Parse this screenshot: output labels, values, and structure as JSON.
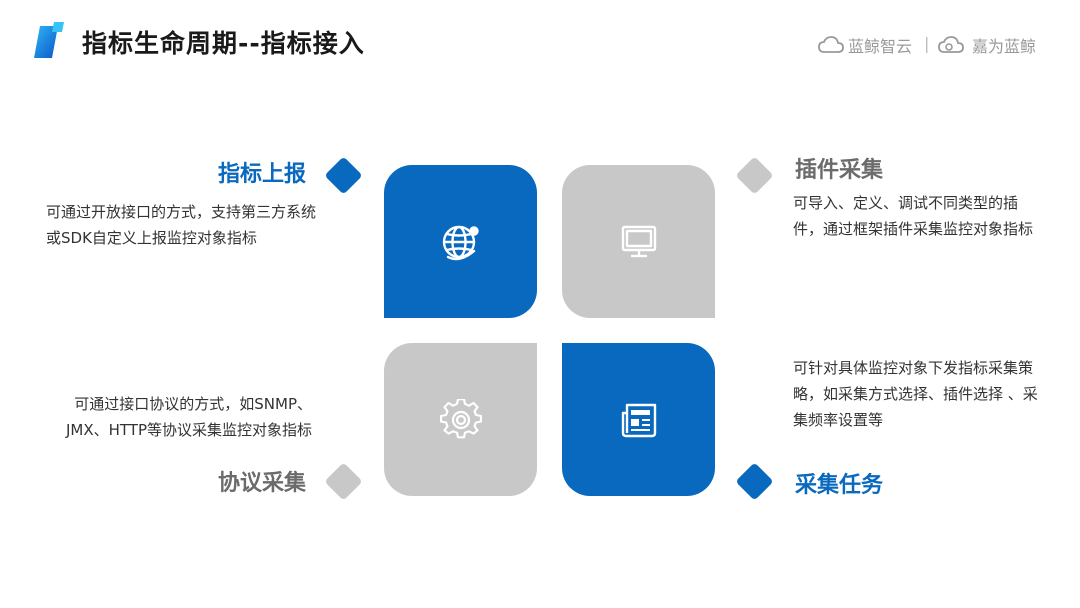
{
  "header": {
    "title": "指标生命周期--指标接入",
    "brand_left": "蓝鲸智云",
    "brand_separator": "|",
    "brand_right": "嘉为蓝鲸"
  },
  "colors": {
    "blue": "#0969bf",
    "gray": "#c8c8c8"
  },
  "quadrants": {
    "top_left": {
      "label": "指标上报",
      "description": "可通过开放接口的方式，支持第三方系统或SDK自定义上报监控对象指标",
      "icon": "globe-icon"
    },
    "top_right": {
      "label": "插件采集",
      "description": "可导入、定义、调试不同类型的插件，通过框架插件采集监控对象指标",
      "icon": "monitor-icon"
    },
    "bottom_left": {
      "label": "协议采集",
      "description": "可通过接口协议的方式，如SNMP、JMX、HTTP等协议采集监控对象指标",
      "icon": "gear-icon"
    },
    "bottom_right": {
      "label": "采集任务",
      "description": "可针对具体监控对象下发指标采集策略，如采集方式选择、插件选择 、采集频率设置等",
      "icon": "newspaper-icon"
    }
  }
}
